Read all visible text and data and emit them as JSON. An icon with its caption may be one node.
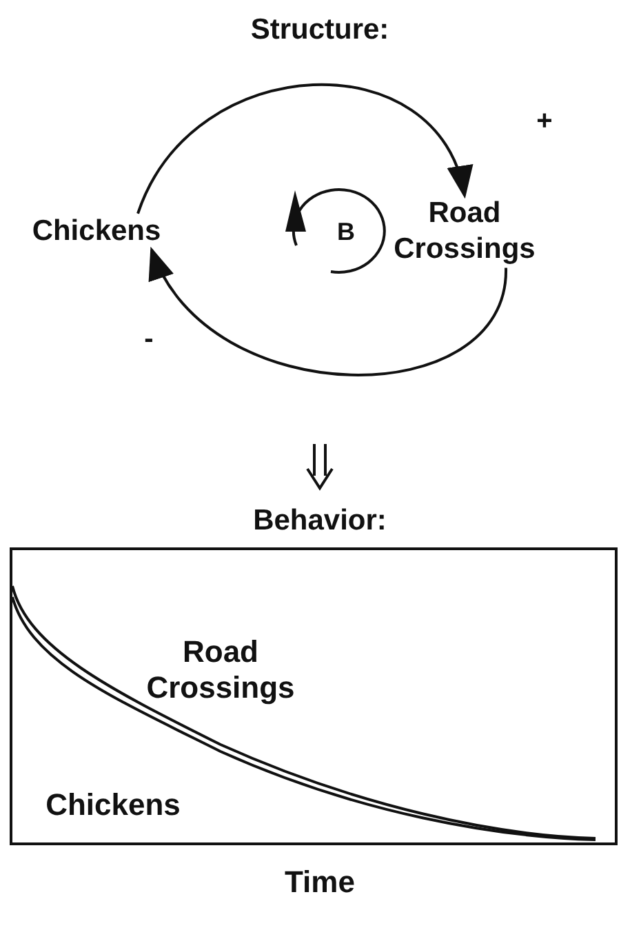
{
  "diagram": {
    "title": "Structure:",
    "nodes": [
      {
        "text": [
          "Chickens"
        ]
      },
      {
        "text": [
          "Road Crossings"
        ]
      }
    ],
    "edges": [
      {
        "from": 0,
        "to": 1,
        "arrow": "to",
        "label": "+"
      },
      {
        "from": 1,
        "to": 0,
        "arrow": "to",
        "label": "-"
      }
    ],
    "labels": [
      "B",
      "Behavior:",
      "Road Crossings",
      "Chickens",
      "Time"
    ]
  }
}
